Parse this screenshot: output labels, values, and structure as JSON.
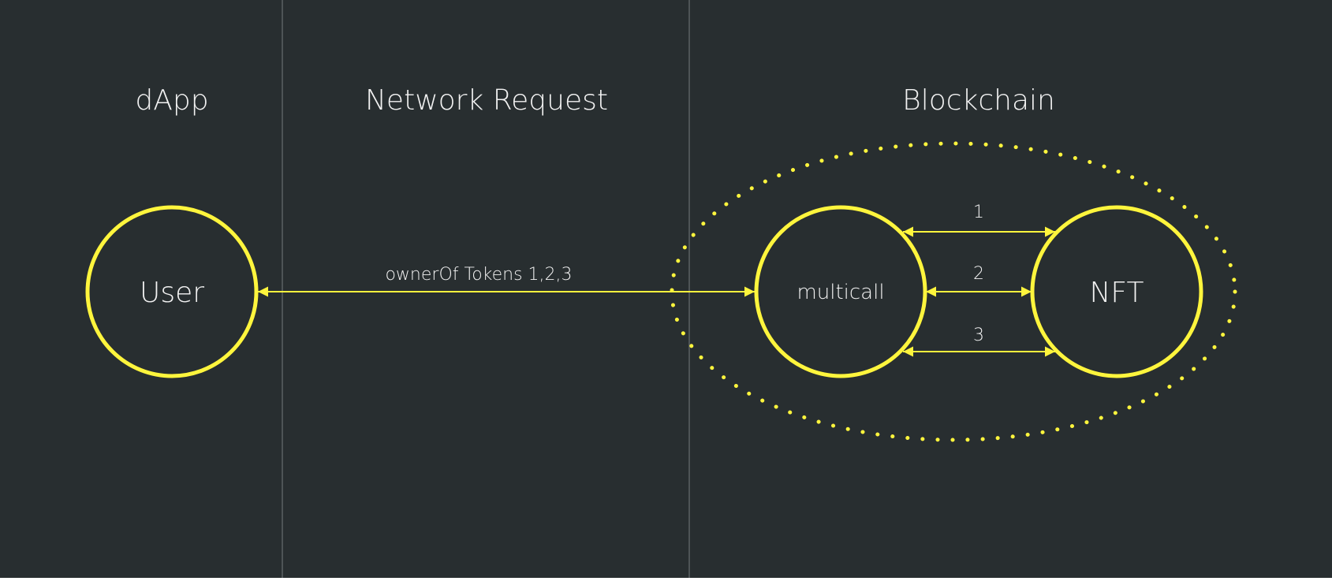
{
  "colors": {
    "background": "#282e30",
    "accent": "#fff53d",
    "text": "#f2f2f2",
    "divider": "#5a6063"
  },
  "columns": [
    {
      "id": "dapp",
      "title": "dApp"
    },
    {
      "id": "network",
      "title": "Network Request"
    },
    {
      "id": "blockchain",
      "title": "Blockchain"
    }
  ],
  "nodes": {
    "user": "User",
    "multicall": "multicall",
    "nft": "NFT"
  },
  "edges": {
    "request_label": "ownerOf Tokens 1,2,3",
    "calls": [
      "1",
      "2",
      "3"
    ]
  }
}
